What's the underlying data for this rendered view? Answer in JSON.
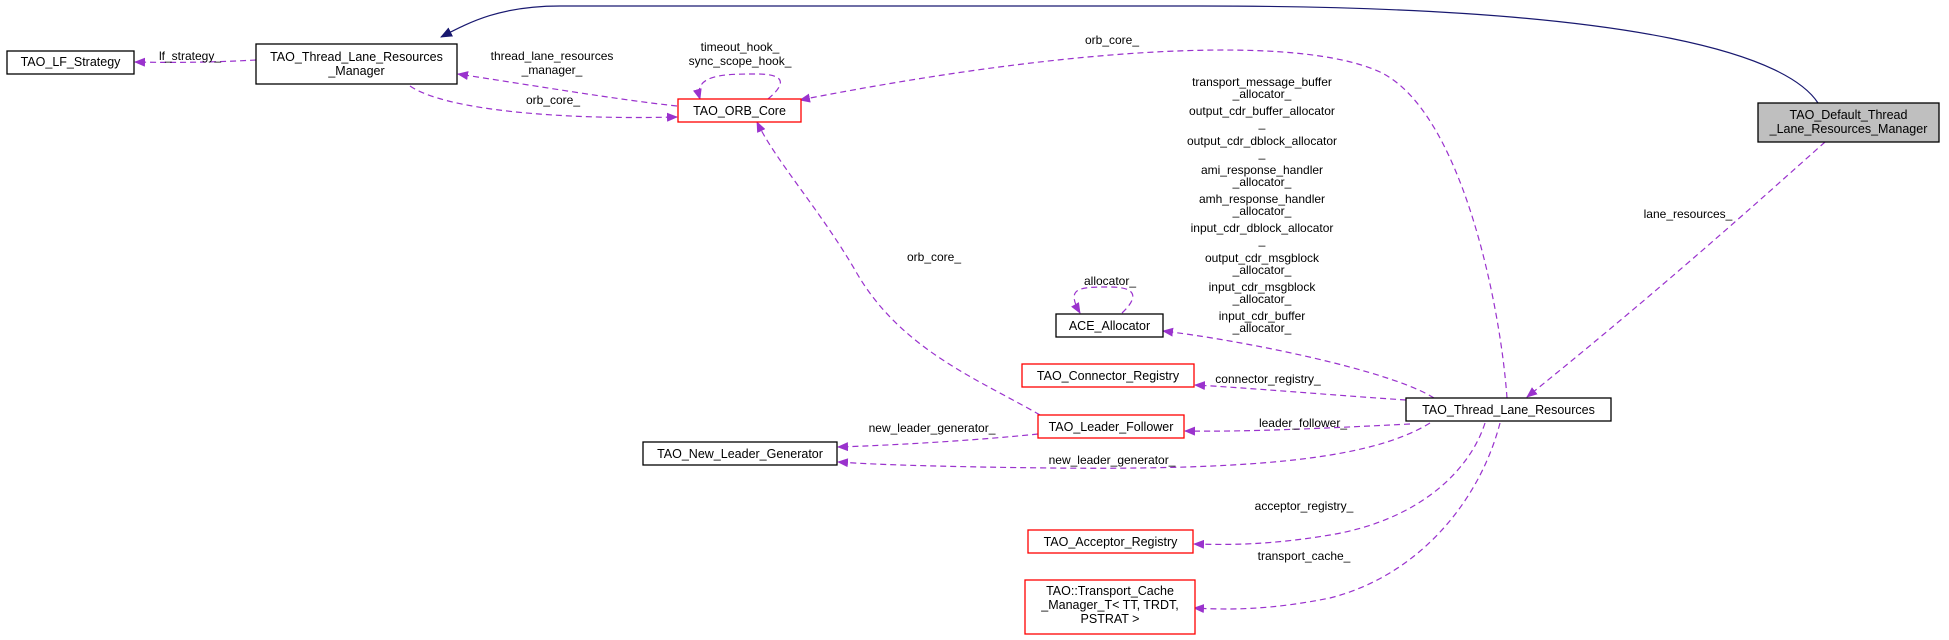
{
  "colors": {
    "inherit_edge": "#191970",
    "use_edge": "#9a32cd",
    "node_black": "#000000",
    "node_red": "#ff0000",
    "node_focus_fill": "#bfbfbf"
  },
  "nodes": {
    "lf_strategy": [
      "TAO_LF_Strategy"
    ],
    "tlr_manager": [
      "TAO_Thread_Lane_Resources",
      "_Manager"
    ],
    "orb_core": [
      "TAO_ORB_Core"
    ],
    "default_tlr_manager": [
      "TAO_Default_Thread",
      "_Lane_Resources_Manager"
    ],
    "ace_allocator": [
      "ACE_Allocator"
    ],
    "connector_registry": [
      "TAO_Connector_Registry"
    ],
    "leader_follower": [
      "TAO_Leader_Follower"
    ],
    "new_leader_generator": [
      "TAO_New_Leader_Generator"
    ],
    "thread_lane_resources": [
      "TAO_Thread_Lane_Resources"
    ],
    "acceptor_registry": [
      "TAO_Acceptor_Registry"
    ],
    "transport_cache": [
      "TAO::Transport_Cache",
      "_Manager_T< TT, TRDT,",
      "PSTRAT >"
    ]
  },
  "edge_labels": {
    "lf_strategy": [
      "lf_strategy_"
    ],
    "tlr_to_orb": [
      "orb_core_"
    ],
    "orb_to_tlr": [
      "thread_lane_resources",
      "_manager_"
    ],
    "orb_self": [
      "timeout_hook_",
      "sync_scope_hook_"
    ],
    "tlr_top_orb": [
      "orb_core_"
    ],
    "allocators": [
      "transport_message_buffer",
      "_allocator_",
      "output_cdr_buffer_allocator",
      "_",
      "output_cdr_dblock_allocator",
      "_",
      "ami_response_handler",
      "_allocator_",
      "amh_response_handler",
      "_allocator_",
      "input_cdr_dblock_allocator",
      "_",
      "output_cdr_msgblock",
      "_allocator_",
      "input_cdr_msgblock",
      "_allocator_",
      "input_cdr_buffer",
      "_allocator_"
    ],
    "ace_self": [
      "allocator_"
    ],
    "lf_orb": [
      "orb_core_"
    ],
    "lane_resources": [
      "lane_resources_"
    ],
    "connector_registry": [
      "connector_registry_"
    ],
    "leader_follower": [
      "leader_follower_"
    ],
    "lf_new_leader": [
      "new_leader_generator_"
    ],
    "tlr_new_leader": [
      "new_leader_generator_"
    ],
    "acceptor_registry": [
      "acceptor_registry_"
    ],
    "transport_cache": [
      "transport_cache_"
    ]
  }
}
